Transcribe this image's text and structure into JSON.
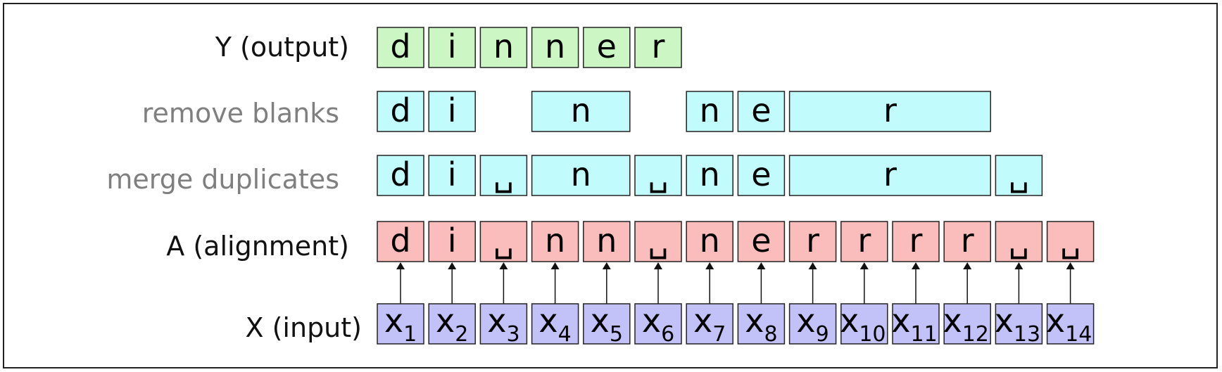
{
  "colors": {
    "output_fill": "#ccf7c4",
    "merged_fill": "#c2fbfb",
    "alignment_fill": "#fbbcbc",
    "input_fill": "#c2c2f9",
    "stroke": "#222222",
    "label_dark": "#111111",
    "label_gray": "#7f7f7f"
  },
  "blank_symbol": "␣",
  "rows": {
    "output": {
      "label": "Y (output)",
      "cells": [
        {
          "text": "d",
          "start": 0,
          "end": 0
        },
        {
          "text": "i",
          "start": 1,
          "end": 1
        },
        {
          "text": "n",
          "start": 2,
          "end": 2
        },
        {
          "text": "n",
          "start": 3,
          "end": 3
        },
        {
          "text": "e",
          "start": 4,
          "end": 4
        },
        {
          "text": "r",
          "start": 5,
          "end": 5
        }
      ]
    },
    "remove_blanks": {
      "label": "remove blanks",
      "cells": [
        {
          "text": "d",
          "start": 0,
          "end": 0
        },
        {
          "text": "i",
          "start": 1,
          "end": 1
        },
        {
          "text": "n",
          "start": 3,
          "end": 4
        },
        {
          "text": "n",
          "start": 6,
          "end": 6
        },
        {
          "text": "e",
          "start": 7,
          "end": 7
        },
        {
          "text": "r",
          "start": 8,
          "end": 11
        }
      ]
    },
    "merge_duplicates": {
      "label": "merge duplicates",
      "cells": [
        {
          "text": "d",
          "start": 0,
          "end": 0
        },
        {
          "text": "i",
          "start": 1,
          "end": 1
        },
        {
          "text": "␣",
          "start": 2,
          "end": 2
        },
        {
          "text": "n",
          "start": 3,
          "end": 4
        },
        {
          "text": "␣",
          "start": 5,
          "end": 5
        },
        {
          "text": "n",
          "start": 6,
          "end": 6
        },
        {
          "text": "e",
          "start": 7,
          "end": 7
        },
        {
          "text": "r",
          "start": 8,
          "end": 11
        },
        {
          "text": "␣",
          "start": 12,
          "end": 12
        }
      ]
    },
    "alignment": {
      "label": "A (alignment)",
      "cells": [
        "d",
        "i",
        "␣",
        "n",
        "n",
        "␣",
        "n",
        "e",
        "r",
        "r",
        "r",
        "r",
        "␣",
        "␣"
      ]
    },
    "input": {
      "label": "X (input)",
      "base": "x",
      "subscripts": [
        "1",
        "2",
        "3",
        "4",
        "5",
        "6",
        "7",
        "8",
        "9",
        "10",
        "11",
        "12",
        "13",
        "14"
      ]
    }
  }
}
